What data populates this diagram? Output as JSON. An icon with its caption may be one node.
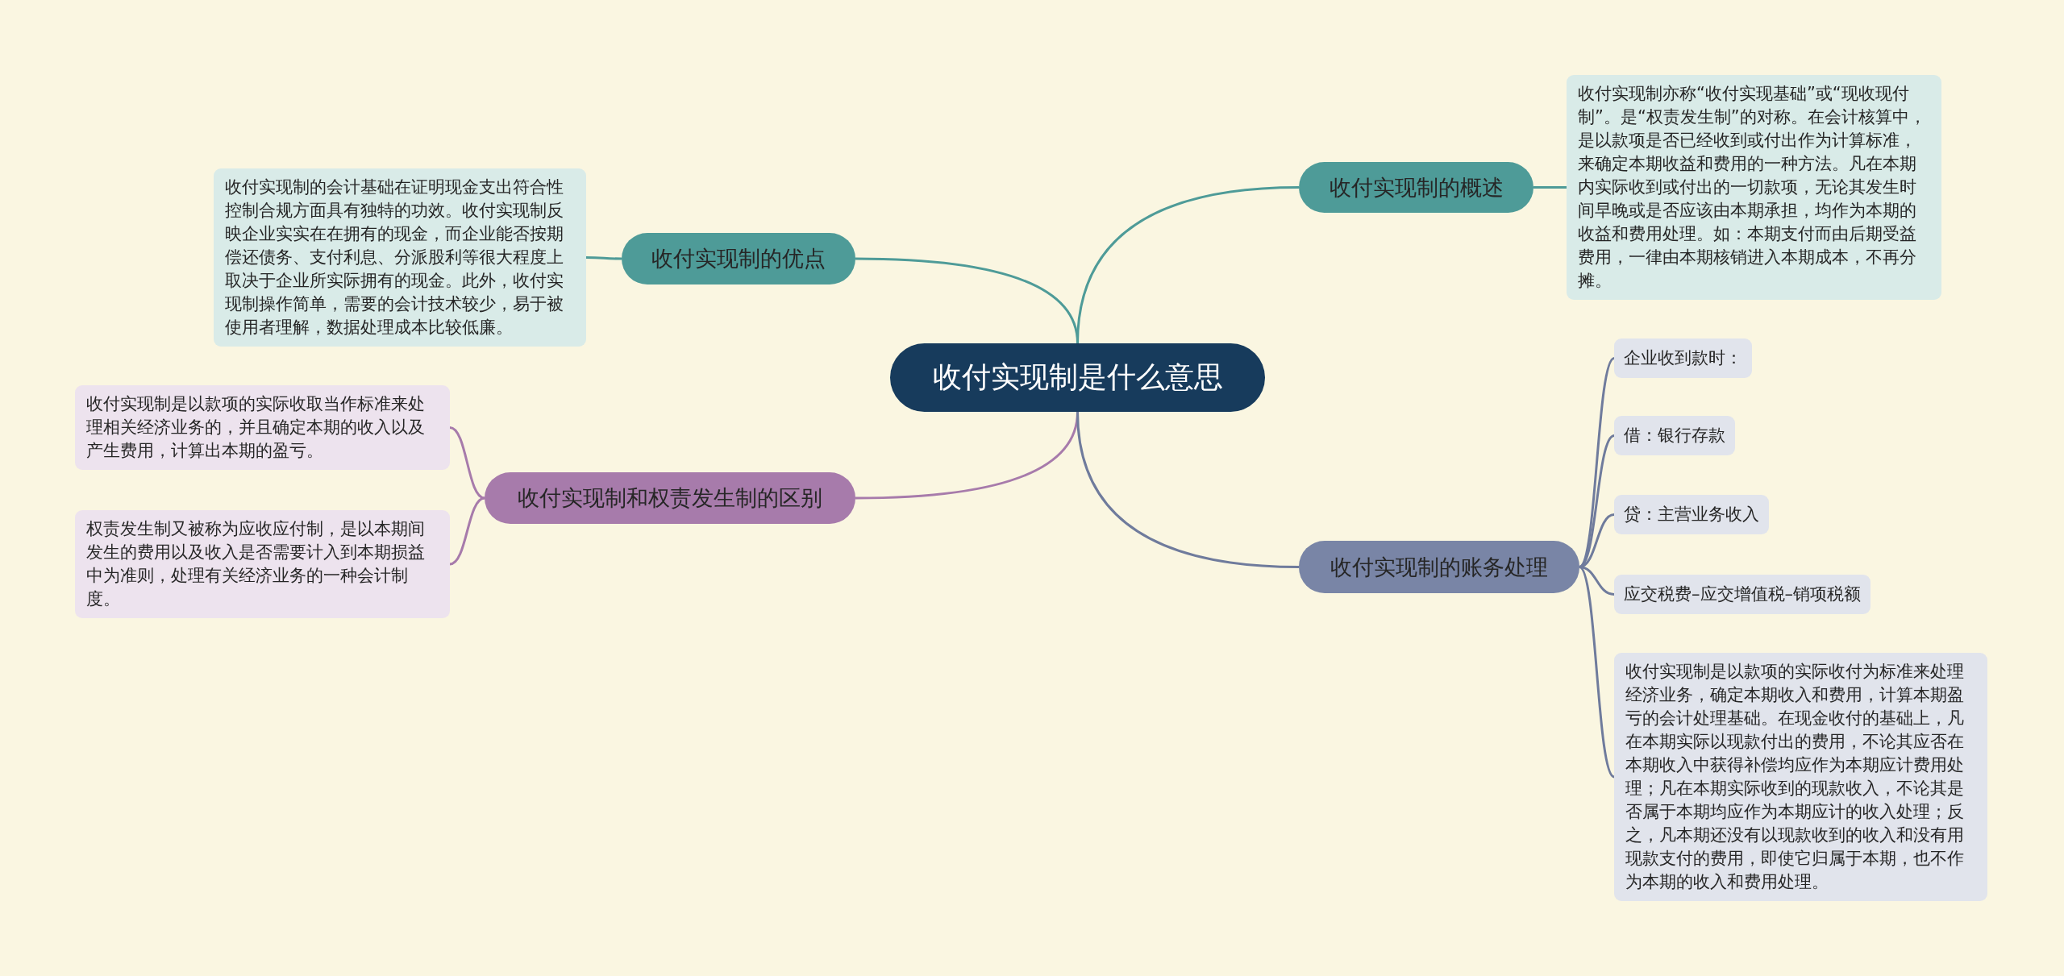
{
  "diagram": {
    "nodes": [
      {
        "text": [
          "收付实现制是什么意思"
        ]
      },
      {
        "text": [
          "收付实现制的概述"
        ]
      },
      {
        "text": [
          "收付实现制亦称“收付实现基础”或“现收现付制”。是“权责发生制”的对称。在会计核算中，是以款项是否已经收到或付出作为计算标准，来确定本期收益和费用的一种方法。凡在本期内实际收到或付出的一切款项，无论其发生时间早晚或是否应该由本期承担，均作为本期的收益和费用处理。如：本期支付而由后期受益费用，一律由本期核销进入本期成本，不再分摊。"
        ]
      },
      {
        "text": [
          "收付实现制的优点"
        ]
      },
      {
        "text": [
          "收付实现制的会计基础在证明现金支出符合性控制合规方面具有独特的功效。收付实现制反映企业实实在在拥有的现金，而企业能否按期偿还债务、支付利息、分派股利等很大程度上取决于企业所实际拥有的现金。此外，收付实现制操作简单，需要的会计技术较少，易于被使用者理解，数据处理成本比较低廉。"
        ]
      },
      {
        "text": [
          "收付实现制和权责发生制的区别"
        ]
      },
      {
        "text": [
          "收付实现制是以款项的实际收取当作标准来处理相关经济业务的，并且确定本期的收入以及产生费用，计算出本期的盈亏。"
        ]
      },
      {
        "text": [
          "权责发生制又被称为应收应付制，是以本期间发生的费用以及收入是否需要计入到本期损益中为准则，处理有关经济业务的一种会计制度。"
        ]
      },
      {
        "text": [
          "收付实现制的账务处理"
        ]
      },
      {
        "text": [
          "企业收到款时："
        ]
      },
      {
        "text": [
          "借：银行存款"
        ]
      },
      {
        "text": [
          "贷：主营业务收入"
        ]
      },
      {
        "text": [
          "应交税费–应交增值税–销项税额"
        ]
      },
      {
        "text": [
          "收付实现制是以款项的实际收付为标准来处理经济业务，确定本期收入和费用，计算本期盈亏的会计处理基础。在现金收付的基础上，凡在本期实际以现款付出的费用，不论其应否在本期收入中获得补偿均应作为本期应计费用处理；凡在本期实际收到的现款收入，不论其是否属于本期均应作为本期应计的收入处理；反之，凡本期还没有以现款收到的收入和没有用现款支付的费用，即使它归属于本期，也不作为本期的收入和费用处理。"
        ]
      }
    ],
    "edges": [
      {
        "from": 0,
        "to": 1,
        "arrow": "none",
        "color": "#4e9b98"
      },
      {
        "from": 1,
        "to": 2,
        "arrow": "none",
        "color": "#4e9b98"
      },
      {
        "from": 0,
        "to": 3,
        "arrow": "none",
        "color": "#4e9b98"
      },
      {
        "from": 3,
        "to": 4,
        "arrow": "none",
        "color": "#4e9b98"
      },
      {
        "from": 0,
        "to": 5,
        "arrow": "none",
        "color": "#a77bab"
      },
      {
        "from": 5,
        "to": 6,
        "arrow": "none",
        "color": "#a77bab"
      },
      {
        "from": 5,
        "to": 7,
        "arrow": "none",
        "color": "#a77bab"
      },
      {
        "from": 0,
        "to": 8,
        "arrow": "none"
      },
      {
        "from": 8,
        "to": 9,
        "arrow": "none"
      },
      {
        "from": 8,
        "to": 10,
        "arrow": "none"
      },
      {
        "from": 8,
        "to": 11,
        "arrow": "none"
      },
      {
        "from": 8,
        "to": 12,
        "arrow": "none"
      },
      {
        "from": 8,
        "to": 13,
        "arrow": "none"
      }
    ]
  }
}
